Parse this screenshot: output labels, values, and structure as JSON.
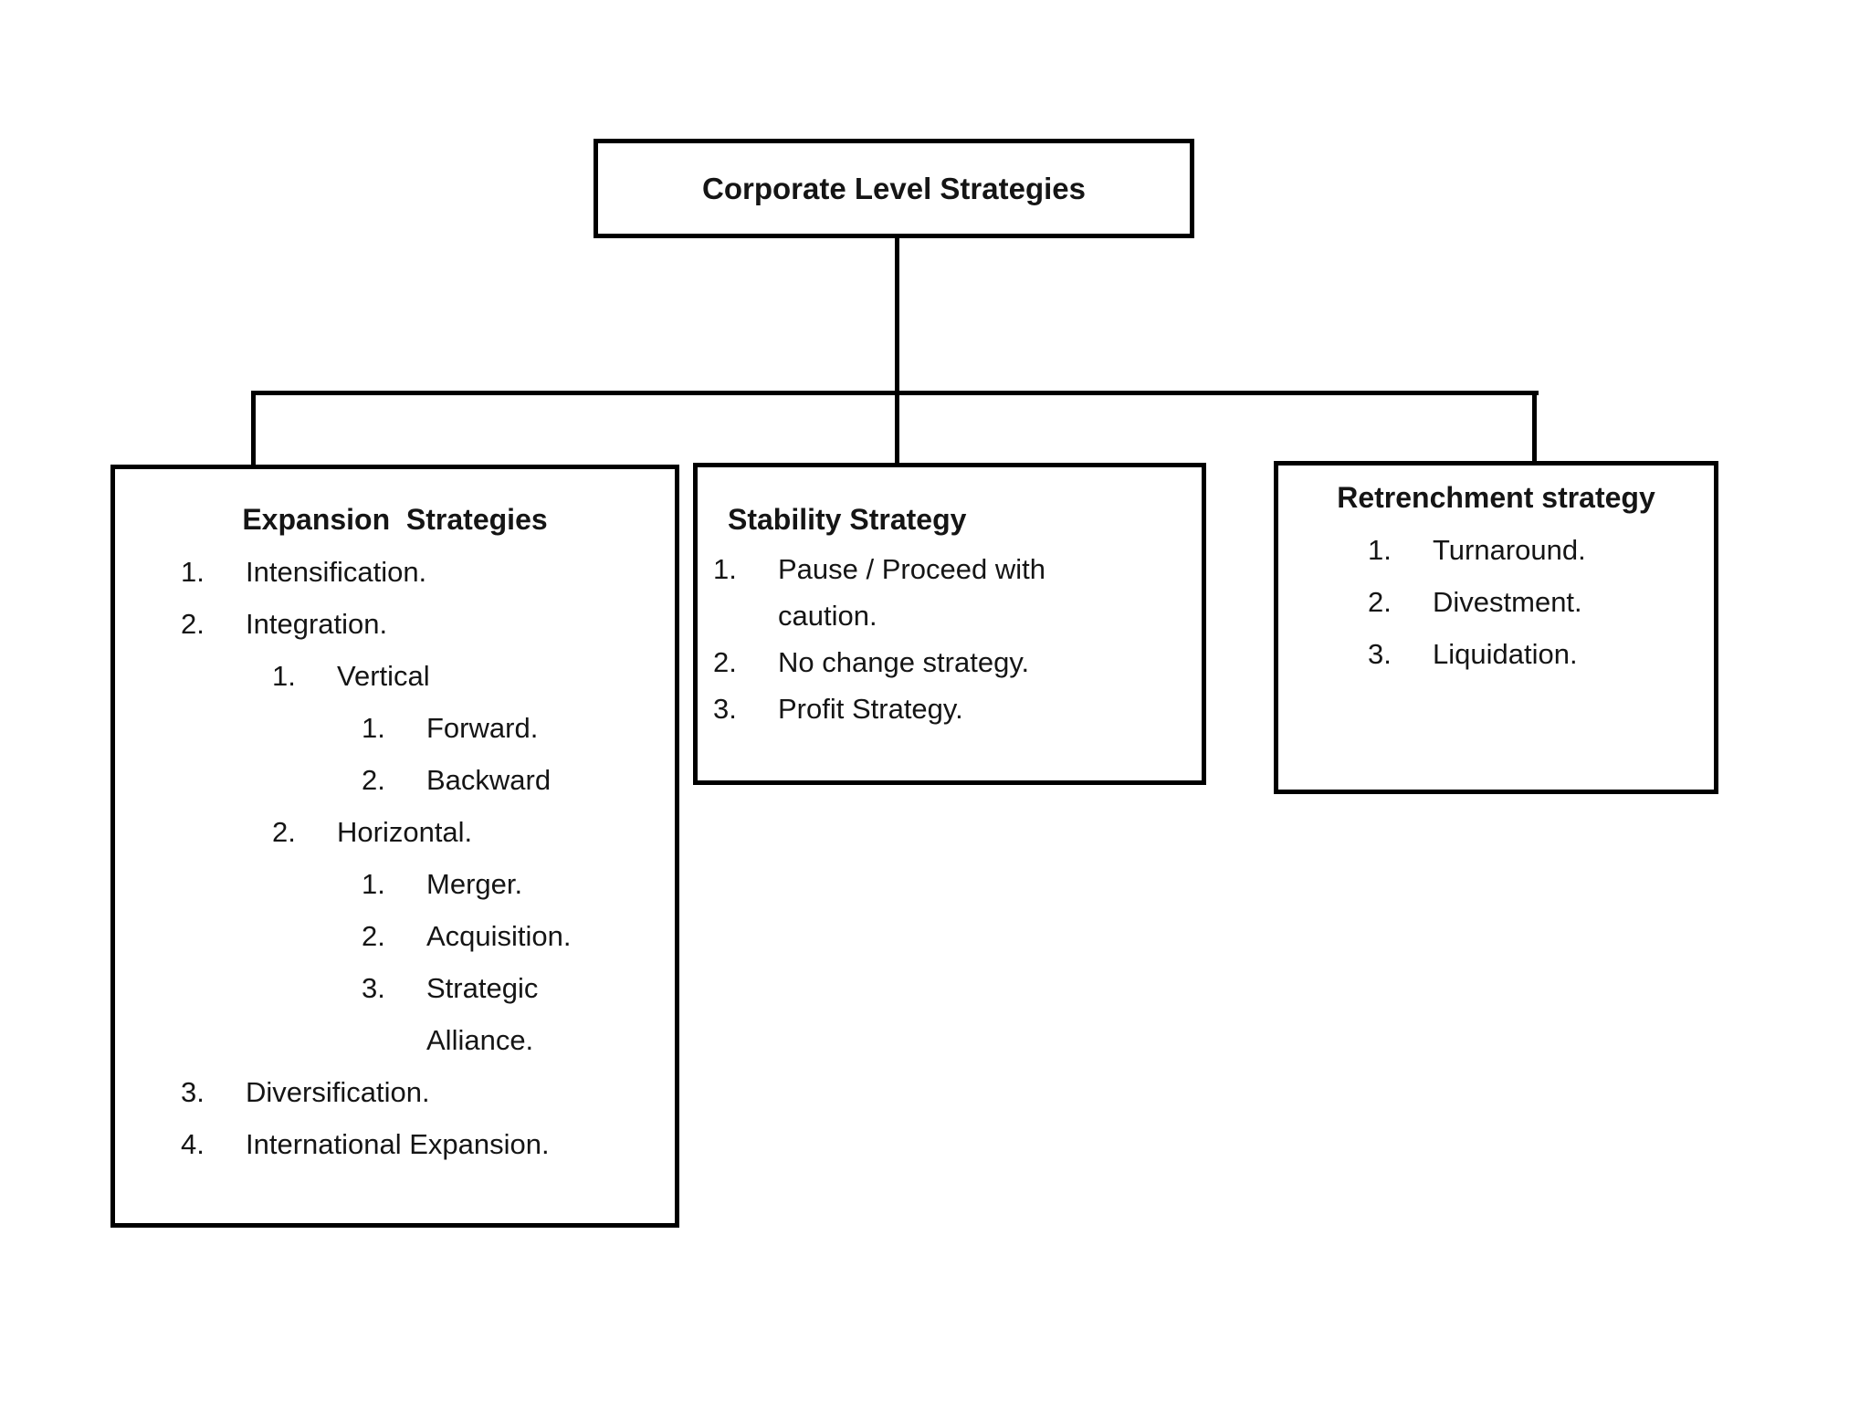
{
  "colors": {
    "background": "#ffffff",
    "line": "#000000",
    "text": "#151515"
  },
  "root": {
    "title": "Corporate Level Strategies"
  },
  "boxes": [
    {
      "title": "Expansion  Strategies",
      "rows": [
        {
          "num": "1.",
          "text": "Intensification."
        },
        {
          "num": "2.",
          "text": "Integration."
        },
        {
          "num": "1.",
          "text": "Vertical"
        },
        {
          "num": "1.",
          "text": "Forward."
        },
        {
          "num": "2.",
          "text": "Backward"
        },
        {
          "num": "2.",
          "text": "Horizontal."
        },
        {
          "num": "1.",
          "text": "Merger."
        },
        {
          "num": "2.",
          "text": "Acquisition."
        },
        {
          "num": "3.",
          "text": "Strategic"
        },
        {
          "num": "",
          "text": "Alliance."
        },
        {
          "num": "3.",
          "text": "Diversification."
        },
        {
          "num": "4.",
          "text": "International Expansion."
        }
      ]
    },
    {
      "title": "Stability Strategy",
      "rows": [
        {
          "num": "1.",
          "text": "Pause / Proceed with"
        },
        {
          "num": "",
          "text": "caution."
        },
        {
          "num": "2.",
          "text": "No change strategy."
        },
        {
          "num": "3.",
          "text": "Profit Strategy."
        }
      ]
    },
    {
      "title": "Retrenchment strategy",
      "rows": [
        {
          "num": "1.",
          "text": "Turnaround."
        },
        {
          "num": "2.",
          "text": "Divestment."
        },
        {
          "num": "3.",
          "text": "Liquidation."
        }
      ]
    }
  ]
}
